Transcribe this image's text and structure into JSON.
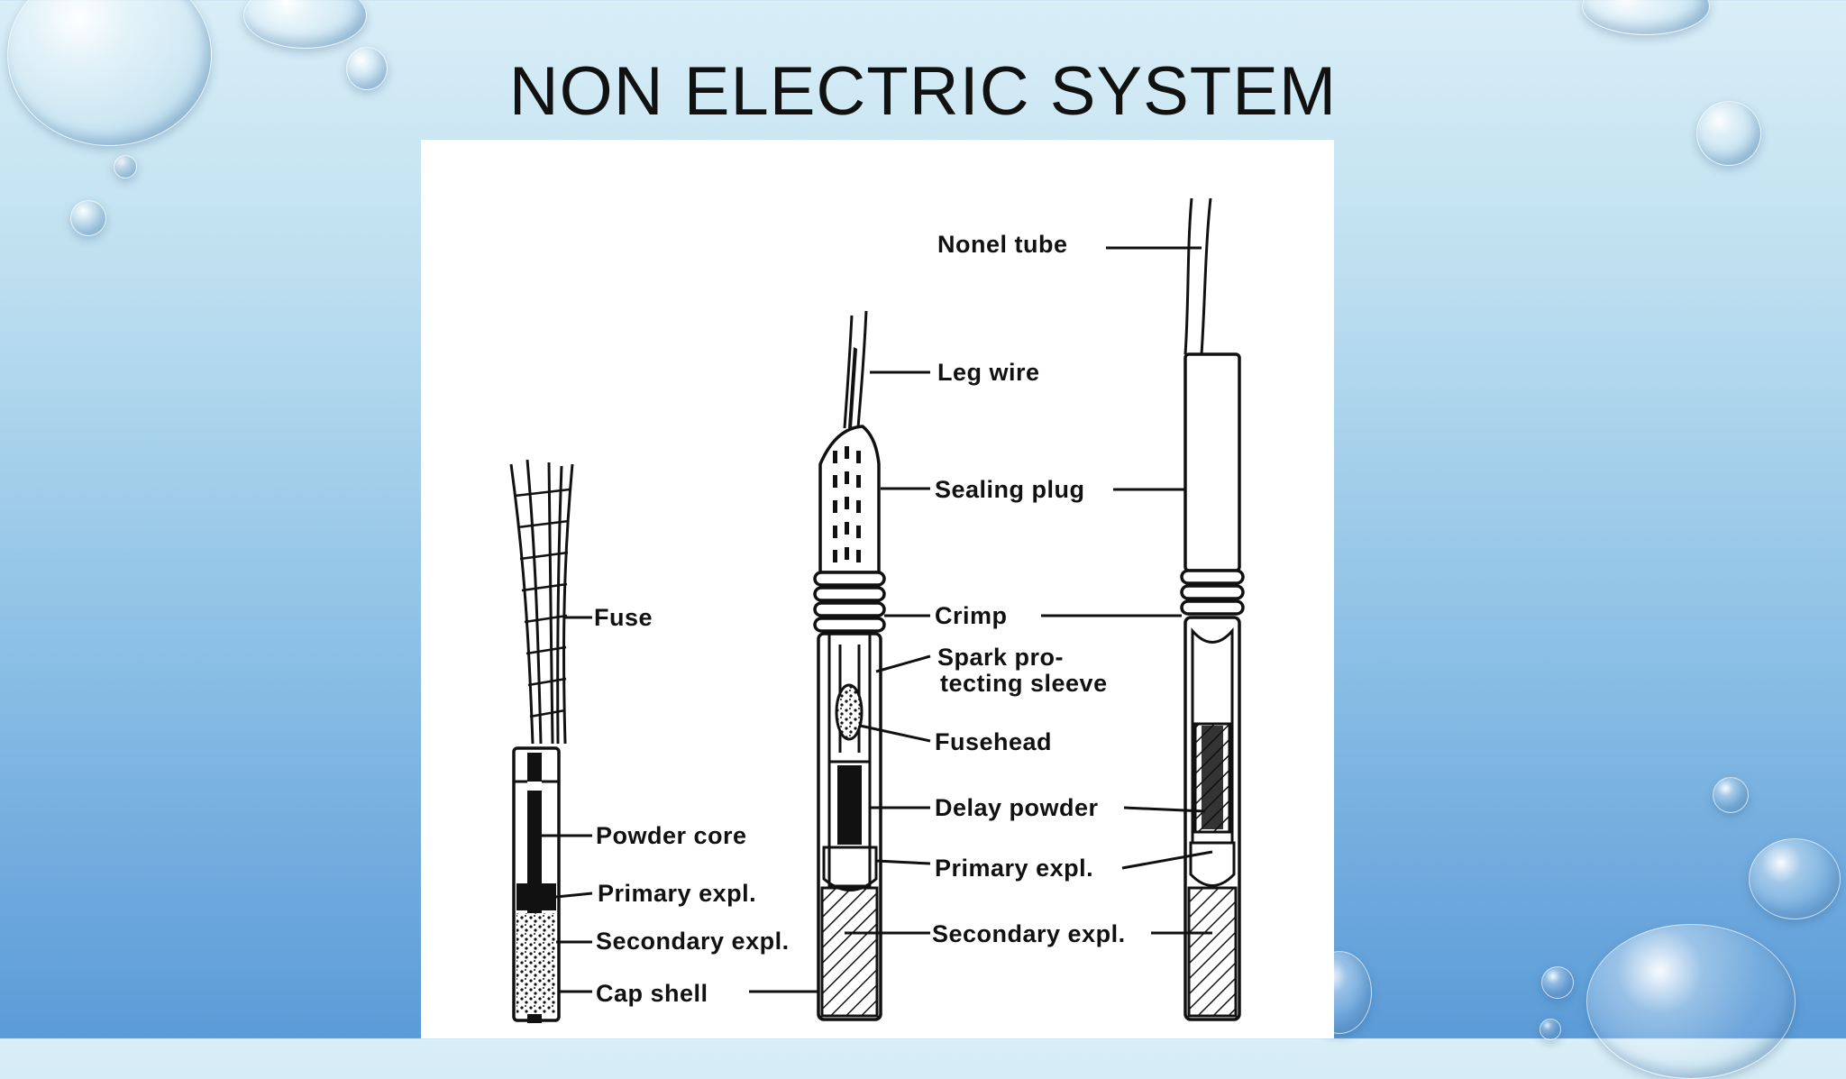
{
  "slide": {
    "title": "NON ELECTRIC SYSTEM"
  },
  "diagram": {
    "labels": {
      "nonel_tube": "Nonel tube",
      "leg_wire": "Leg wire",
      "sealing_plug": "Sealing plug",
      "fuse": "Fuse",
      "crimp": "Crimp",
      "spark_sleeve_line1": "Spark pro-",
      "spark_sleeve_line2": "tecting sleeve",
      "fusehead": "Fusehead",
      "delay_powder": "Delay powder",
      "powder_core": "Powder core",
      "primary_expl_left": "Primary expl.",
      "primary_expl_center": "Primary expl.",
      "secondary_expl_left": "Secondary expl.",
      "secondary_expl_center": "Secondary expl.",
      "cap_shell": "Cap shell"
    }
  },
  "colors": {
    "ink": "#111111",
    "panel": "#ffffff"
  }
}
